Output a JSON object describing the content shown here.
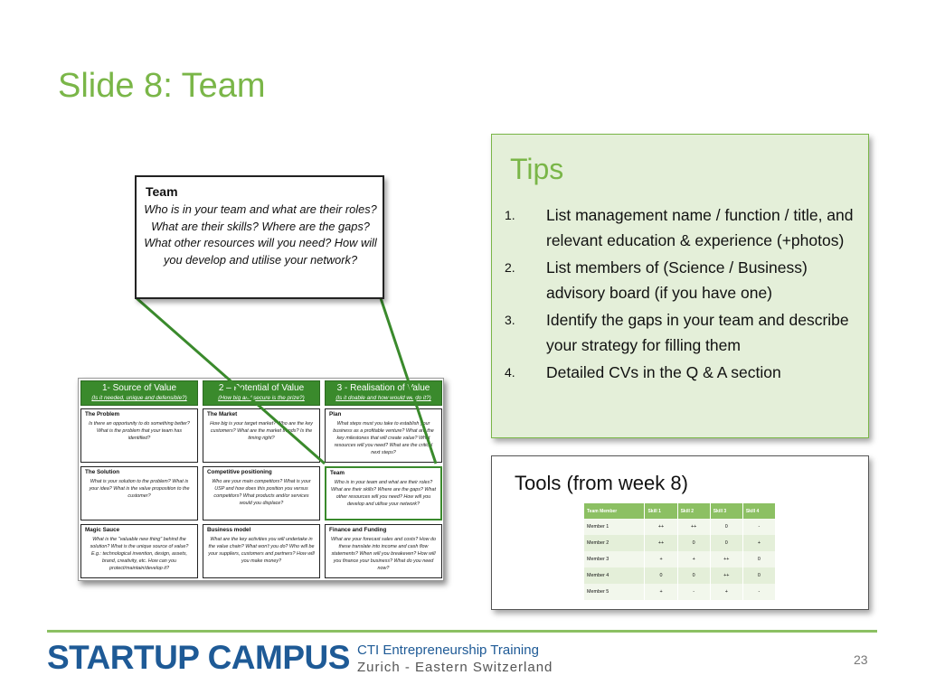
{
  "slide": {
    "title": "Slide 8: Team",
    "page_number": "23"
  },
  "callout": {
    "title": "Team",
    "text": "Who is in your team and what are their roles? What are their skills? Where are the gaps? What other resources will you need? How will you develop and utilise your network?"
  },
  "tips": {
    "heading": "Tips",
    "items": [
      {
        "num": "1.",
        "text": "List management name / function / title, and relevant education & experience (+photos)"
      },
      {
        "num": "2.",
        "text": "List members of (Science / Business) advisory board (if you have one)"
      },
      {
        "num": "3.",
        "text": "Identify the gaps in your team and describe your strategy for filling them"
      },
      {
        "num": "4.",
        "text": "Detailed CVs in the Q & A section"
      }
    ]
  },
  "canvas": {
    "columns": [
      {
        "head": "1- Source of Value",
        "sub": "(Is it needed, unique and defensible?)",
        "cells": [
          {
            "title": "The Problem",
            "text": "Is there an opportunity to do something better? What is the problem that your team has identified?"
          },
          {
            "title": "The Solution",
            "text": "What is your solution to the problem? What is your idea? What is the value proposition to the customer?"
          },
          {
            "title": "Magic Sauce",
            "text": "What is the \"valuable new thing\" behind the solution? What is the unique source of value? E.g.: technological invention, design, assets, brand, creativity, etc. How can you protect/maintain/develop it?"
          }
        ]
      },
      {
        "head": "2 – Potential of Value",
        "sub": "(How big and secure is the prize?)",
        "cells": [
          {
            "title": "The Market",
            "text": "How big is your target market? Who are the key customers? What are the market trends? Is the timing right?"
          },
          {
            "title": "Competitive positioning",
            "text": "Who are your main competitors? What is your USP and how does this position you versus competitors? What products and/or services would you displace?"
          },
          {
            "title": "Business model",
            "text": "What are the key activities you will undertake in the value chain? What won't you do? Who will be your suppliers, customers and partners? How will you make money?"
          }
        ]
      },
      {
        "head": "3 - Realisation of Value",
        "sub": "(Is it doable and how would we do it?)",
        "cells": [
          {
            "title": "Plan",
            "text": "What steps must you take to establish your business as a profitable venture? What are the key milestones that will create value? What resources will you need? What are the critical next steps?"
          },
          {
            "title": "Team",
            "text": "Who is in your team and what are their roles? What are their skills? Where are the gaps? What other resources will you need? How will you develop and utilise your network?"
          },
          {
            "title": "Finance and Funding",
            "text": "What are your forecast sales and costs? How do these translate into income and cash flow statements? When will you breakeven? How will you finance your business? What do you need now?"
          }
        ]
      }
    ]
  },
  "tools": {
    "heading": "Tools (from week 8)",
    "table": {
      "headers": [
        "Team Member",
        "Skill 1",
        "Skill 2",
        "Skill 3",
        "Skill 4"
      ],
      "rows": [
        [
          "Member 1",
          "++",
          "++",
          "0",
          "-"
        ],
        [
          "Member 2",
          "++",
          "0",
          "0",
          "+"
        ],
        [
          "Member 3",
          "+",
          "+",
          "++",
          "0"
        ],
        [
          "Member 4",
          "0",
          "0",
          "++",
          "0"
        ],
        [
          "Member 5",
          "+",
          "-",
          "+",
          "-"
        ]
      ]
    }
  },
  "footer": {
    "logo": "STARTUP CAMPUS",
    "tagline_1": "CTI Entrepreneurship Training",
    "tagline_2": "Zurich - Eastern Switzerland"
  },
  "colors": {
    "accent_green": "#7ab648",
    "dark_green": "#3a8a2c",
    "logo_blue": "#1e5a96"
  }
}
